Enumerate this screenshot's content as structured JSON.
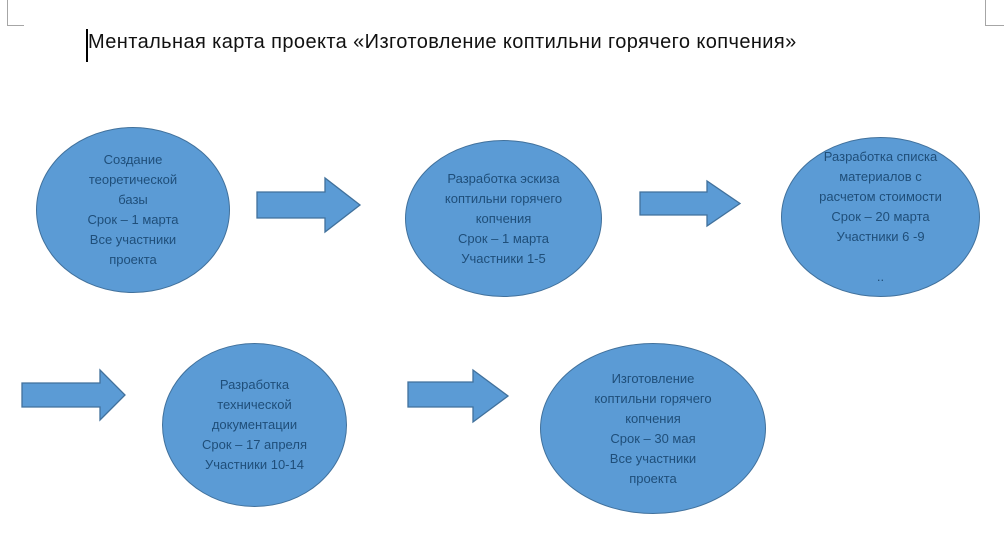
{
  "title": {
    "text": "Ментальная карта проекта «Изготовление коптильни горячего копчения»"
  },
  "colors": {
    "shape_fill": "#5B9BD5",
    "shape_border": "#41719C",
    "shape_text": "#1F4E79",
    "title_text": "#111111",
    "boundary_mark": "#A6A6A6",
    "cursor": "#000000"
  },
  "diagram": {
    "nodes": [
      {
        "id": "create-theoretical-base",
        "text": "Создание\nтеоретической\nбазы\nСрок – 1 марта\nВсе участники\nпроекта"
      },
      {
        "id": "sketch-development",
        "text": "Разработка эскиза\nкоптильни горячего\nкопчения\nСрок – 1 марта\nУчастники 1-5"
      },
      {
        "id": "materials-list",
        "text": "Разработка списка\nматериалов с\nрасчетом стоимости\nСрок – 20 марта\nУчастники 6 -9\n\n.."
      },
      {
        "id": "technical-documentation",
        "text": "Разработка\nтехнической\nдокументации\nСрок – 17 апреля\nУчастники 10-14"
      },
      {
        "id": "smokehouse-production",
        "text": "Изготовление\nкоптильни горячего\nкопчения\nСрок – 30 мая\nВсе участники\nпроекта"
      }
    ],
    "arrows": [
      {
        "id": "arrow-1",
        "direction": "right"
      },
      {
        "id": "arrow-2",
        "direction": "right"
      },
      {
        "id": "arrow-3",
        "direction": "right"
      },
      {
        "id": "arrow-4",
        "direction": "right"
      }
    ]
  }
}
